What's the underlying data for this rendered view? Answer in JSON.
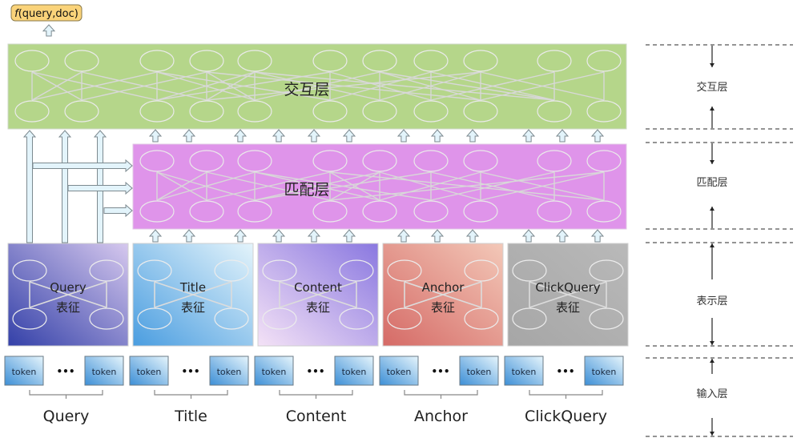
{
  "output": {
    "label": "f(query,doc)",
    "func": "f",
    "args": "(query,doc)"
  },
  "layers": {
    "interaction": {
      "label": "交互层",
      "color": "#b5d68a"
    },
    "matching": {
      "label": "匹配层",
      "color": "#df94ea"
    }
  },
  "fields": [
    {
      "name": "Query",
      "repr_line1": "Query",
      "repr_line2": "表征",
      "token_left": "token",
      "ellipsis": "•••",
      "token_right": "token",
      "gradient": [
        "#3340a8",
        "#d6c8ee"
      ]
    },
    {
      "name": "Title",
      "repr_line1": "Title",
      "repr_line2": "表征",
      "token_left": "token",
      "ellipsis": "•••",
      "token_right": "token",
      "gradient": [
        "#4a9de0",
        "#e4f4fb"
      ]
    },
    {
      "name": "Content",
      "repr_line1": "Content",
      "repr_line2": "表征",
      "token_left": "token",
      "ellipsis": "•••",
      "token_right": "token",
      "gradient": [
        "#f4e2f6",
        "#8a78e0"
      ]
    },
    {
      "name": "Anchor",
      "repr_line1": "Anchor",
      "repr_line2": "表征",
      "token_left": "token",
      "ellipsis": "•••",
      "token_right": "token",
      "gradient": [
        "#d56a66",
        "#f3c8b8"
      ]
    },
    {
      "name": "ClickQuery",
      "repr_line1": "ClickQuery",
      "repr_line2": "表征",
      "token_left": "token",
      "ellipsis": "•••",
      "token_right": "token",
      "gradient": [
        "#a6a6a6",
        "#b9b9b9"
      ]
    }
  ],
  "legend": [
    {
      "label": "交互层"
    },
    {
      "label": "匹配层"
    },
    {
      "label": "表示层"
    },
    {
      "label": "输入层"
    }
  ]
}
